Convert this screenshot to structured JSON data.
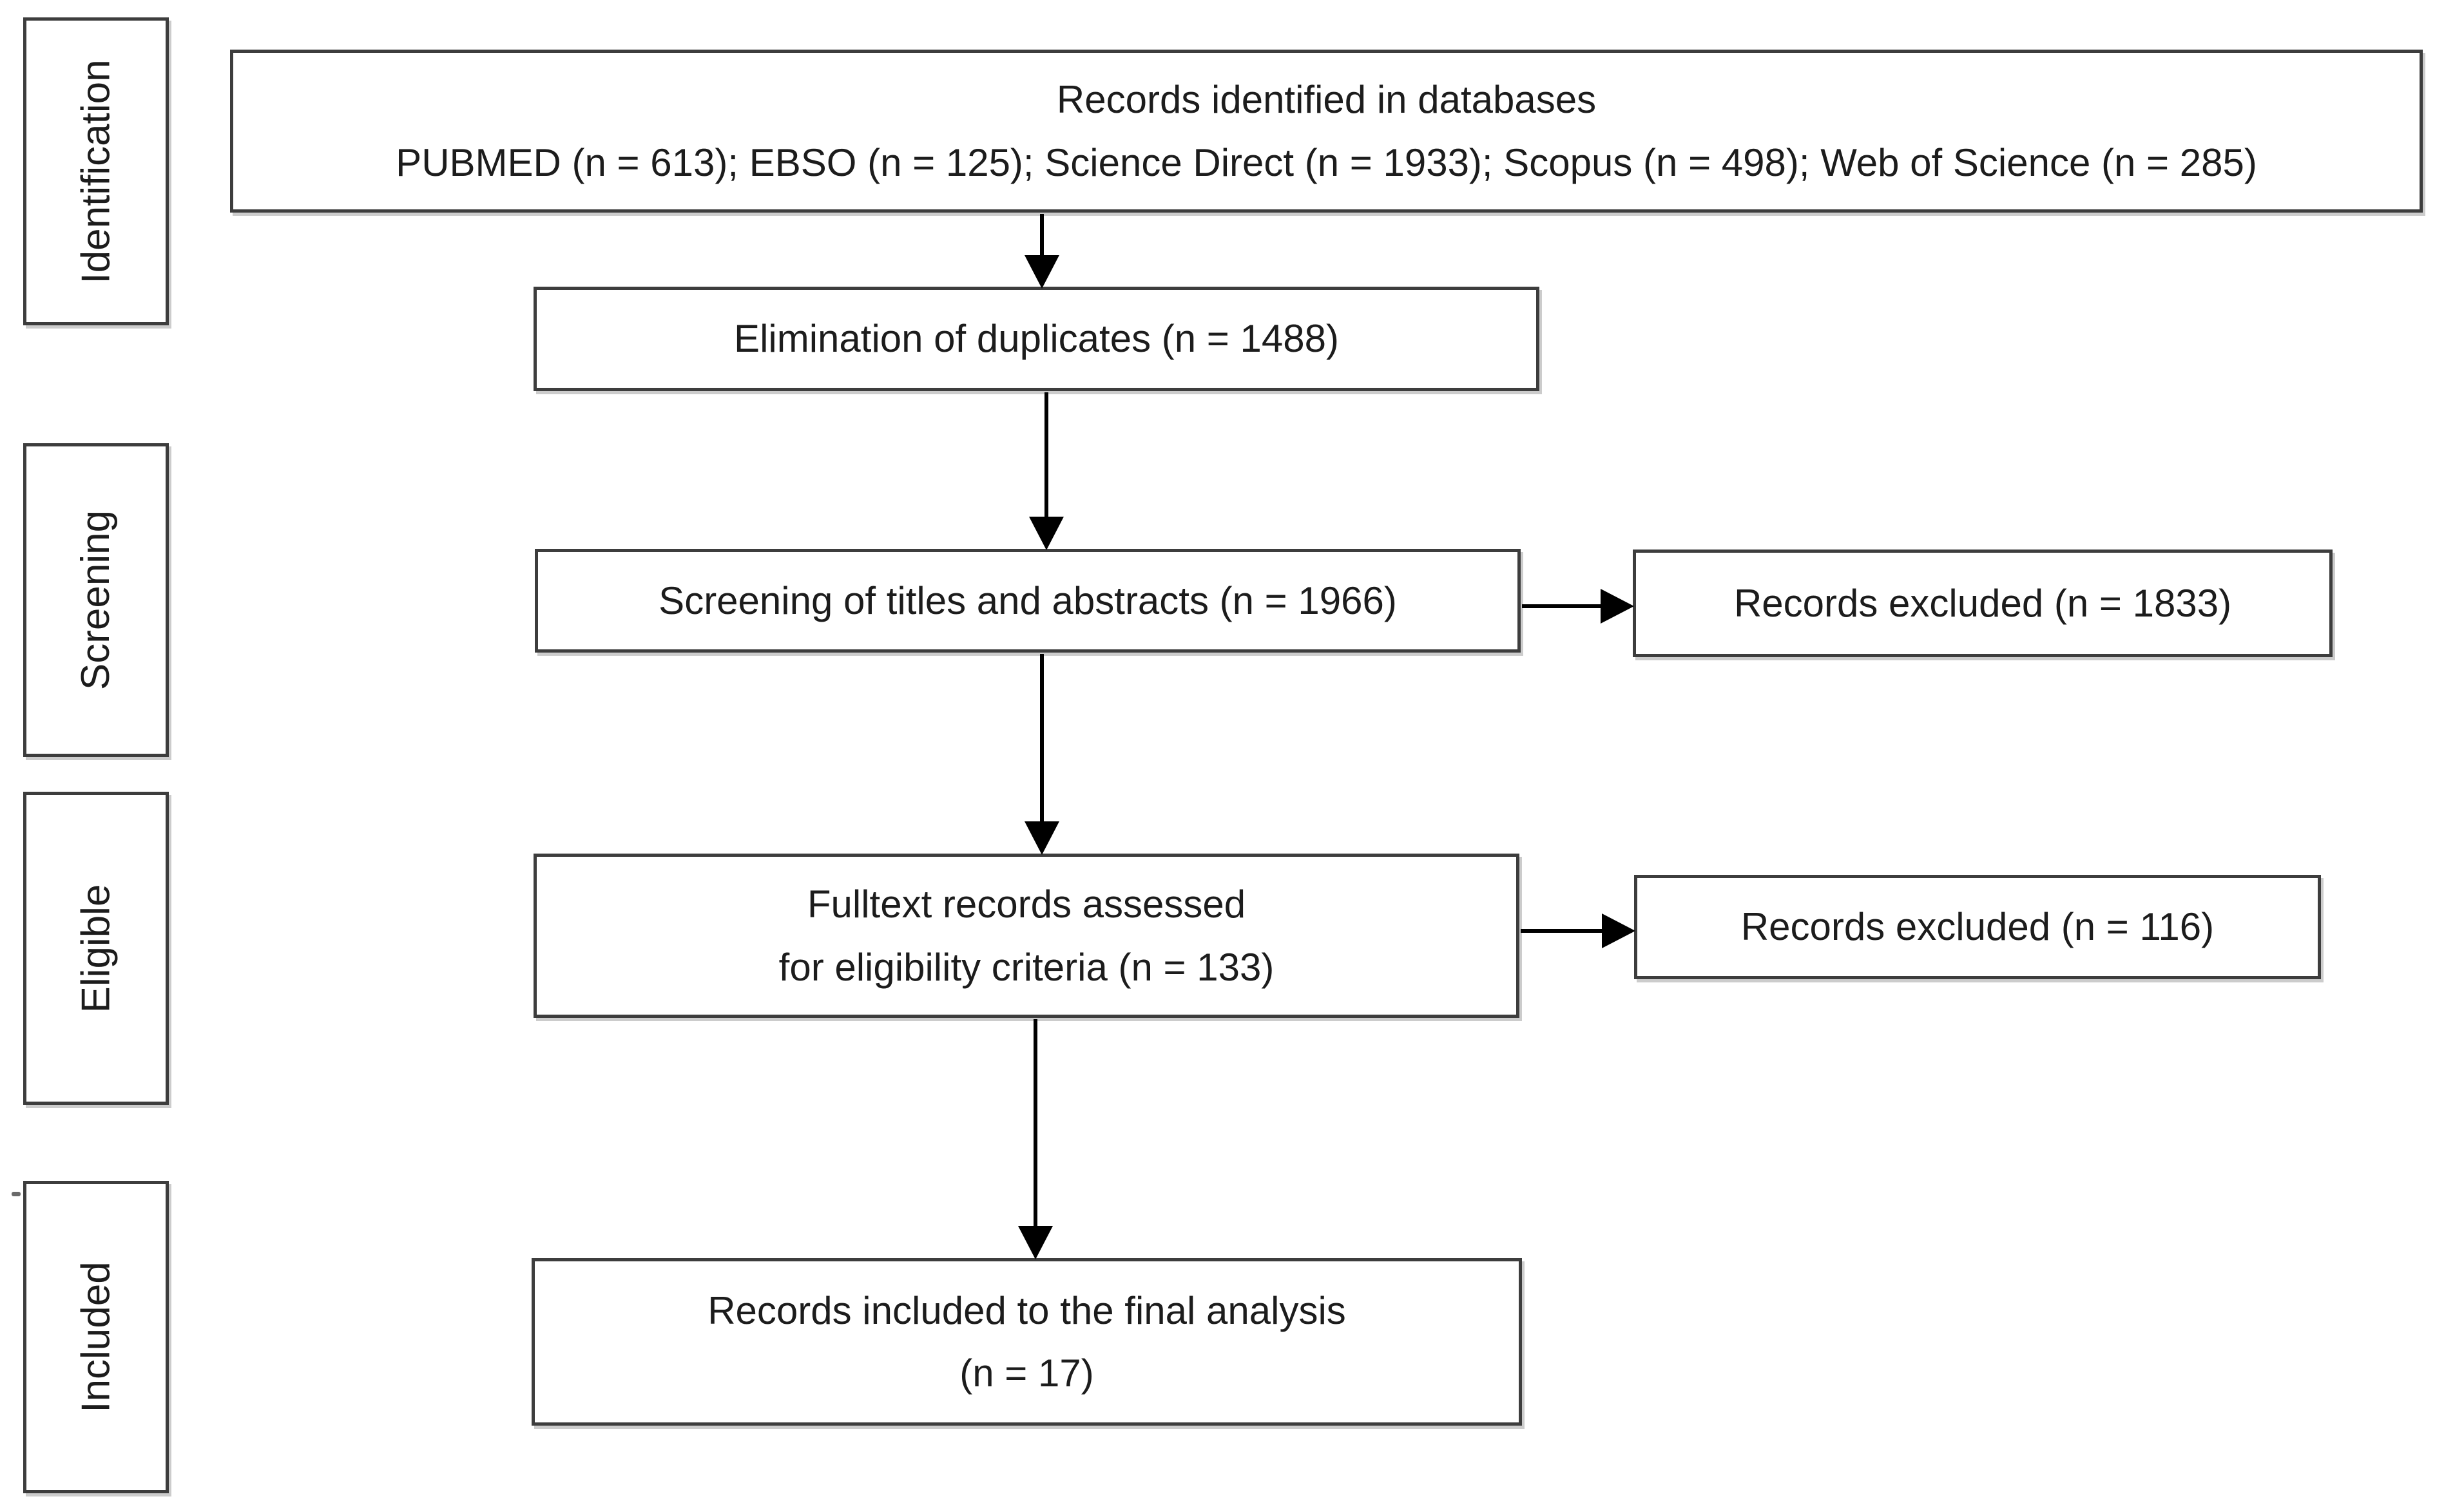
{
  "diagram": {
    "type": "flowchart",
    "stages": [
      {
        "label": "Identification"
      },
      {
        "label": "Screening"
      },
      {
        "label": "Eligible"
      },
      {
        "label": "Included"
      }
    ],
    "boxes": {
      "identified": {
        "line1": "Records identified in databases",
        "line2": "PUBMED (n = 613); EBSO (n = 125); Science Direct (n = 1933); Scopus (n = 498); Web of Science (n = 285)"
      },
      "duplicates": {
        "text": "Elimination of duplicates (n = 1488)"
      },
      "screening": {
        "text": "Screening of titles and abstracts (n = 1966)"
      },
      "excluded_screening": {
        "text": "Records excluded (n = 1833)"
      },
      "fulltext": {
        "line1": "Fulltext records assessed",
        "line2": "for eligibility criteria (n = 133)"
      },
      "excluded_fulltext": {
        "text": "Records excluded (n = 116)"
      },
      "included": {
        "line1": "Records included to the final analysis",
        "line2": "(n = 17)"
      }
    },
    "counts": {
      "pubmed": 613,
      "ebso": 125,
      "science_direct": 1933,
      "scopus": 498,
      "web_of_science": 285,
      "duplicates_removed": 1488,
      "titles_abstracts_screened": 1966,
      "excluded_after_screening": 1833,
      "fulltext_assessed": 133,
      "excluded_after_fulltext": 116,
      "included_final": 17
    },
    "colors": {
      "background": "#ffffff",
      "box_fill": "#ffffff",
      "border": "#3d3d3d",
      "text": "#1c1c1c",
      "arrow": "#000000"
    }
  }
}
